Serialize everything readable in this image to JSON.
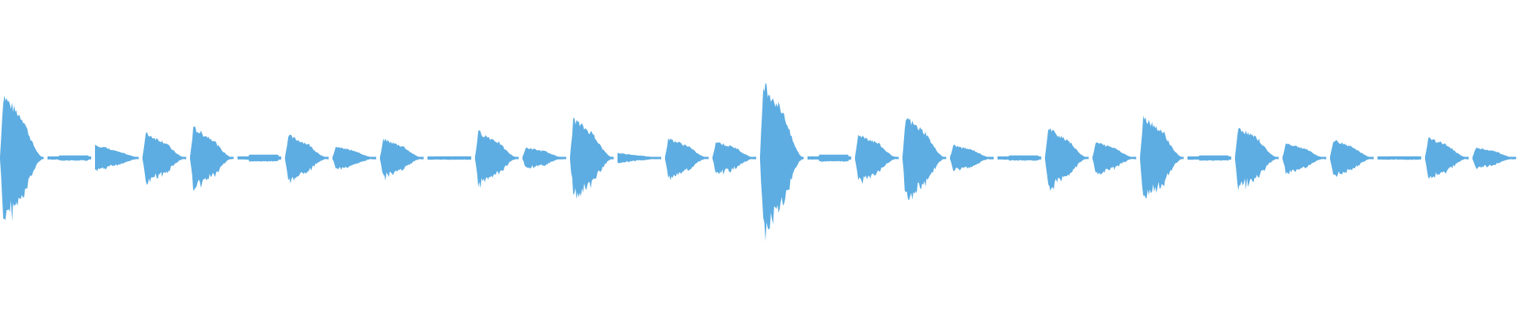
{
  "waveform": {
    "color": "#5dade2",
    "background": "#ffffff",
    "segments": [
      {
        "type": "burst",
        "amp": 0.84,
        "shape": "attack",
        "width": 1.0
      },
      {
        "type": "flat",
        "amp": 0.03,
        "width": 0.7
      },
      {
        "type": "wedge",
        "amp": 0.16,
        "shape": "decay",
        "width": 1.0
      },
      {
        "type": "burst",
        "amp": 0.33,
        "shape": "attack",
        "width": 1.0
      },
      {
        "type": "burst",
        "amp": 0.4,
        "shape": "attack",
        "width": 1.0
      },
      {
        "type": "flat",
        "amp": 0.04,
        "width": 0.7
      },
      {
        "type": "burst",
        "amp": 0.3,
        "shape": "attack",
        "width": 1.0
      },
      {
        "type": "burst",
        "amp": 0.15,
        "shape": "attack",
        "width": 1.0
      },
      {
        "type": "burst",
        "amp": 0.25,
        "shape": "attack",
        "width": 1.0
      },
      {
        "type": "flat",
        "amp": 0.02,
        "width": 0.7
      },
      {
        "type": "burst",
        "amp": 0.35,
        "shape": "attack",
        "width": 1.0
      },
      {
        "type": "burst",
        "amp": 0.14,
        "shape": "attack",
        "width": 1.0
      },
      {
        "type": "burst",
        "amp": 0.52,
        "shape": "attack",
        "width": 1.0
      },
      {
        "type": "wedge",
        "amp": 0.06,
        "shape": "decay",
        "width": 0.8
      },
      {
        "type": "burst",
        "amp": 0.26,
        "shape": "attack",
        "width": 1.0
      },
      {
        "type": "burst",
        "amp": 0.22,
        "shape": "attack",
        "width": 1.0
      },
      {
        "type": "burst",
        "amp": 1.0,
        "shape": "attack",
        "width": 1.0
      },
      {
        "type": "flat",
        "amp": 0.04,
        "width": 0.7
      },
      {
        "type": "burst",
        "amp": 0.32,
        "shape": "attack",
        "width": 1.0
      },
      {
        "type": "burst",
        "amp": 0.54,
        "shape": "attack",
        "width": 1.0
      },
      {
        "type": "burst",
        "amp": 0.17,
        "shape": "attack",
        "width": 1.0
      },
      {
        "type": "flat",
        "amp": 0.03,
        "width": 0.7
      },
      {
        "type": "burst",
        "amp": 0.39,
        "shape": "attack",
        "width": 1.0
      },
      {
        "type": "burst",
        "amp": 0.21,
        "shape": "attack",
        "width": 1.0
      },
      {
        "type": "burst",
        "amp": 0.56,
        "shape": "attack",
        "width": 1.0
      },
      {
        "type": "flat",
        "amp": 0.03,
        "width": 0.7
      },
      {
        "type": "burst",
        "amp": 0.41,
        "shape": "attack",
        "width": 1.0
      },
      {
        "type": "burst",
        "amp": 0.2,
        "shape": "attack",
        "width": 1.0
      },
      {
        "type": "burst",
        "amp": 0.24,
        "shape": "attack",
        "width": 1.0
      },
      {
        "type": "flat",
        "amp": 0.02,
        "width": 0.7
      },
      {
        "type": "burst",
        "amp": 0.27,
        "shape": "attack",
        "width": 1.0
      },
      {
        "type": "burst",
        "amp": 0.14,
        "shape": "attack",
        "width": 1.0
      }
    ]
  }
}
